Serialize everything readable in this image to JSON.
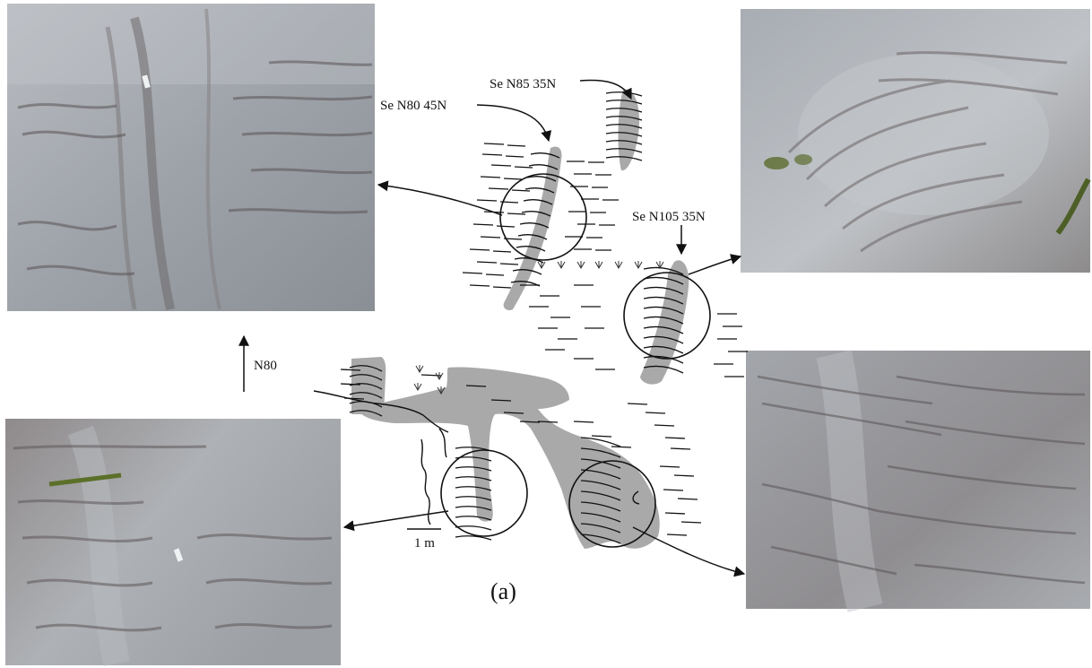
{
  "labels": {
    "se1": "Se N85 35N",
    "se2": "Se N80 45N",
    "se3": "Se N105 35N",
    "north": "N80",
    "scale": "1 m",
    "figure": "(a)"
  },
  "photos": [
    {
      "name": "outcrop-photo-top-left",
      "description": "rock outcrop photo"
    },
    {
      "name": "outcrop-photo-top-right",
      "description": "rock outcrop photo"
    },
    {
      "name": "outcrop-photo-bottom-left",
      "description": "rock outcrop photo"
    },
    {
      "name": "outcrop-photo-bottom-right",
      "description": "rock outcrop photo"
    }
  ],
  "colors": {
    "shear_zone_fill": "#a9a9a9",
    "rock_base": "#9aa0a6",
    "ink": "#111111"
  }
}
